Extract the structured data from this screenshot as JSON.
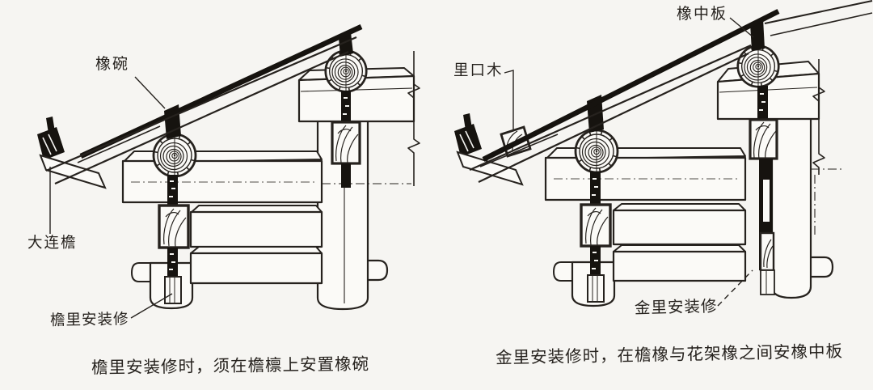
{
  "colors": {
    "paper": "#f6f5f2",
    "ink": "#26221e",
    "ink_heavy": "#16130f"
  },
  "left_diagram": {
    "labels": {
      "chuanwan": "橡碗",
      "dalianyan": "大连檐",
      "yanli_anzhuangxiu": "檐里安装修"
    },
    "caption": "檐里安装修时，须在檐檩上安置橡碗"
  },
  "right_diagram": {
    "labels": {
      "likoumu": "里口木",
      "chuanzhongban": "橡中板",
      "jinli_anzhuangxiu": "金里安装修"
    },
    "caption": "金里安装修时，在檐橡与花架橡之间安橡中板"
  }
}
